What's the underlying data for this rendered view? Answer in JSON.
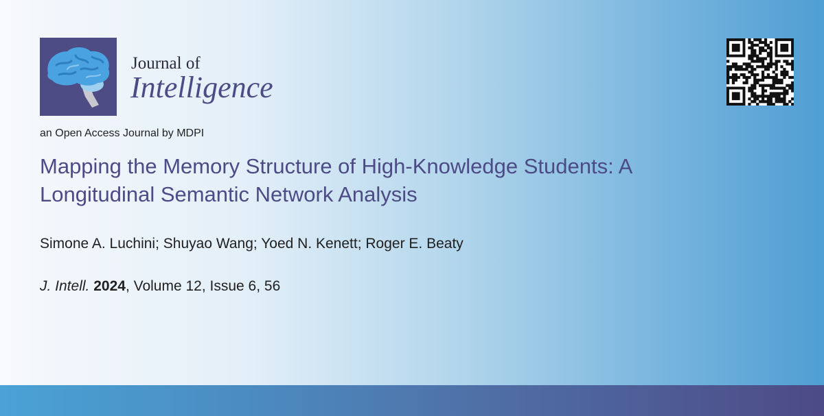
{
  "journal": {
    "name_prefix": "Journal of",
    "name": "Intelligence",
    "tagline": "an Open Access Journal by MDPI",
    "logo_icon": "brain-icon",
    "qr_icon": "qr-code-icon"
  },
  "article": {
    "title": "Mapping the Memory Structure of High-Knowledge Students: A Longitudinal Semantic Network Analysis",
    "authors": "Simone A. Luchini; Shuyao Wang; Yoed N. Kenett; Roger E. Beaty",
    "citation": {
      "journal_abbr": "J. Intell.",
      "year": "2024",
      "rest": ", Volume 12, Issue 6, 56"
    }
  },
  "colors": {
    "brand_purple": "#4d4b85",
    "brain_blue": "#4aa3e0",
    "footer_start": "#4aa2d6",
    "footer_end": "#4d4a86"
  }
}
